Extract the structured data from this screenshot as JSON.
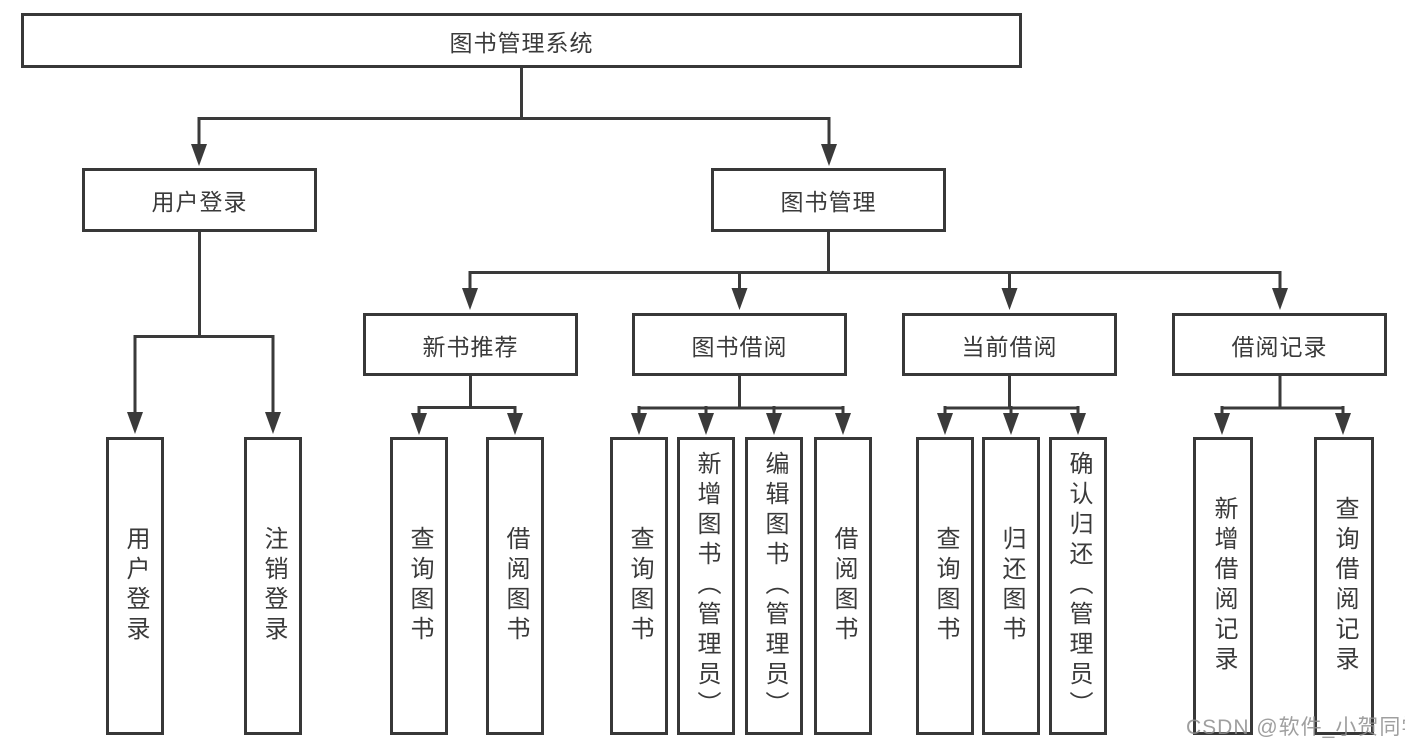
{
  "diagram": {
    "title": "图书管理系统",
    "branches": {
      "user_login": {
        "label": "用户登录",
        "children": {
          "login": "用户登录",
          "logout": "注销登录"
        }
      },
      "book_management": {
        "label": "图书管理",
        "modules": {
          "new_book": {
            "label": "新书推荐",
            "children": {
              "query": "查询图书",
              "borrow": "借阅图书"
            }
          },
          "book_borrow": {
            "label": "图书借阅",
            "children": {
              "query": "查询图书",
              "add": "新增图书（管理员）",
              "edit": "编辑图书（管理员）",
              "borrow": "借阅图书"
            }
          },
          "current_borrow": {
            "label": "当前借阅",
            "children": {
              "query": "查询图书",
              "return": "归还图书",
              "confirm": "确认归还（管理员）"
            }
          },
          "borrow_records": {
            "label": "借阅记录",
            "children": {
              "add": "新增借阅记录",
              "query": "查询借阅记录"
            }
          }
        }
      }
    }
  },
  "watermark": "CSDN @软件_小贺同学"
}
